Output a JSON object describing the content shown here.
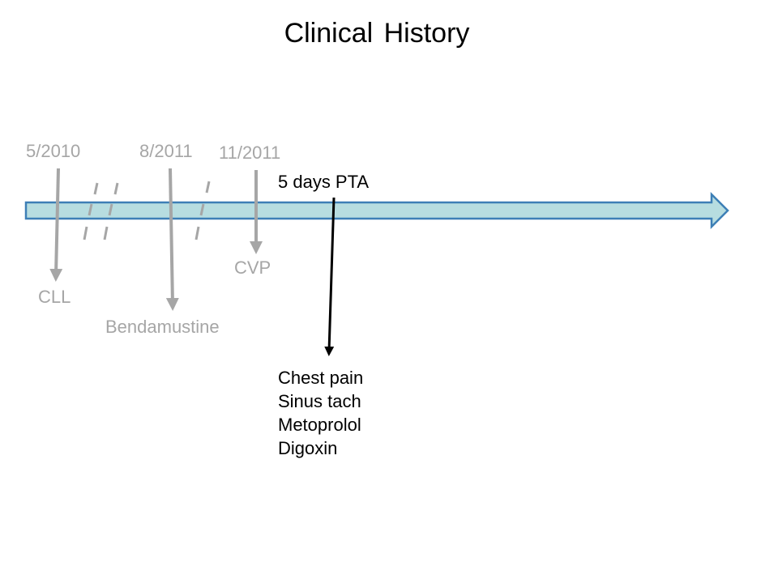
{
  "title": "Clinical History",
  "timeline": {
    "dates": {
      "d1": "5/2010",
      "d2": "8/2011",
      "d3": "11/2011",
      "d4": "5 days PTA"
    },
    "events_below": {
      "e1": "CLL",
      "e2": "Bendamustine",
      "e3": "CVP"
    },
    "pta_events": [
      "Chest pain",
      "Sinus tach",
      "Metoprolol",
      "Digoxin"
    ]
  },
  "colors": {
    "timeline_fill": "#b7dde0",
    "timeline_stroke": "#3d7fb6",
    "gray_arrow": "#a6a6a6",
    "black_arrow": "#000000"
  }
}
